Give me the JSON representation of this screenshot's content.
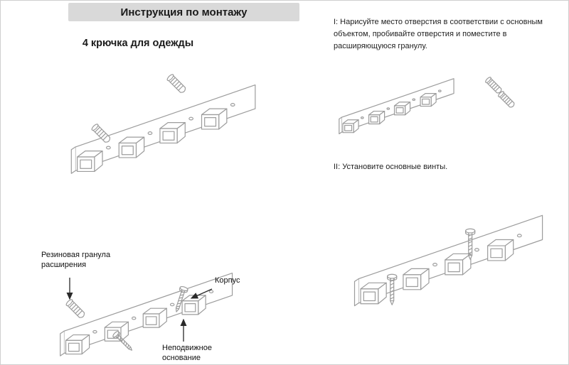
{
  "page": {
    "title": "Инструкция по монтажу",
    "subtitle": "4 крючка для одежды"
  },
  "steps": {
    "step1": "I: Нарисуйте место отверстия в соответствии с основным объектом, пробивайте отверстия и поместите в расширяющуюся гранулу.",
    "step2": "II: Установите основные винты."
  },
  "callouts": {
    "expansion_granule": "Резиновая гранула расширения",
    "housing": "Корпус",
    "fixed_base": "Неподвижное основание"
  },
  "drawings": {
    "overview": "hook-rail-with-4-hooks-and-wall-plugs",
    "parts": "hook-rail-with-part-callouts",
    "step1": "hook-rail-with-two-wall-plugs",
    "step2": "hook-rail-with-two-screws"
  },
  "colors": {
    "header_bg": "#d9d9d9",
    "line_art": "#9c9c9c",
    "text": "#1f1f1f"
  }
}
